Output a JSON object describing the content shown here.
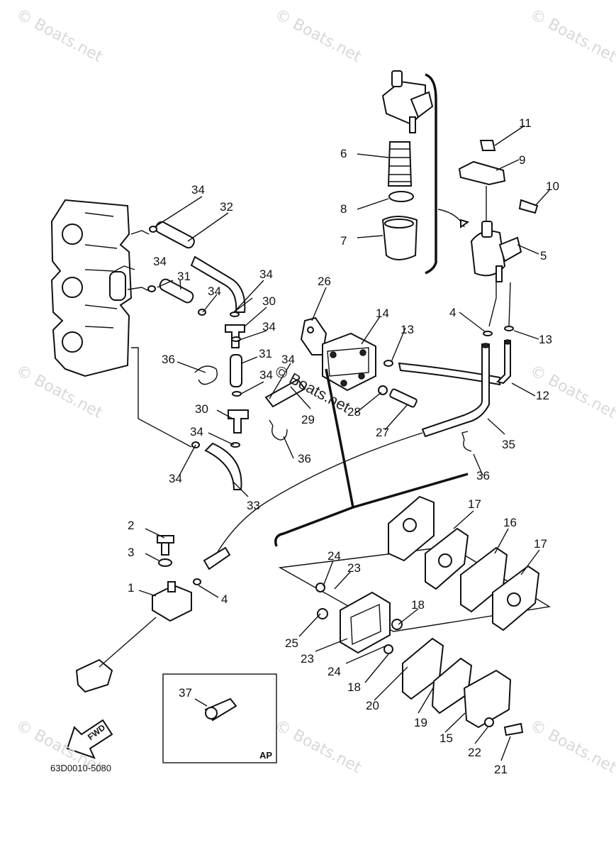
{
  "watermark_text": "© Boats.net",
  "center_mark_text": "© Boats.net",
  "diagram_code": "63D0010-5080",
  "ap_label": "AP",
  "fwd_label": "FWD",
  "callouts": [
    "34",
    "32",
    "34",
    "31",
    "34",
    "34",
    "30",
    "34",
    "31",
    "36",
    "34",
    "30",
    "34",
    "34",
    "33",
    "26",
    "14",
    "34",
    "13",
    "29",
    "28",
    "27",
    "36",
    "6",
    "8",
    "7",
    "11",
    "9",
    "10",
    "5",
    "4",
    "13",
    "12",
    "35",
    "36",
    "2",
    "3",
    "1",
    "4",
    "24",
    "23",
    "18",
    "25",
    "23",
    "24",
    "18",
    "20",
    "19",
    "15",
    "22",
    "21",
    "17",
    "16",
    "17",
    "37"
  ]
}
